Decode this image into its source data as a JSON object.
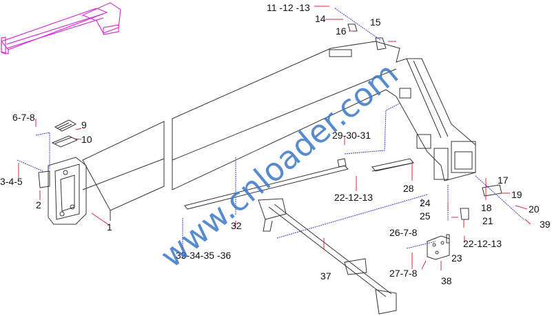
{
  "watermark": "www.cnloader.com",
  "callouts": {
    "c1": "1",
    "c2": "2",
    "c345": "3-4-5",
    "c678": "6-7-8",
    "c9": "9",
    "c10": "10",
    "c111213": "11 -12 -13",
    "c14": "14",
    "c15": "15",
    "c16": "16",
    "c17": "17",
    "c18": "18",
    "c19": "19",
    "c20": "20",
    "c21": "21",
    "c221213a": "22-12-13",
    "c221213b": "22-12-13",
    "c23": "23",
    "c24": "24",
    "c25": "25",
    "c2678": "26-7-8",
    "c2778": "27-7-8",
    "c28": "28",
    "c293031": "29-30-31",
    "c32": "32",
    "c33343536": "33-34-35 -36",
    "c37": "37",
    "c38": "38",
    "c39": "39"
  },
  "colors": {
    "outline": "#333333",
    "leader": "#3b3bd6",
    "callout_line": "#d8283a",
    "thumbnail": "#d636d6",
    "watermark": "#3a77c8"
  }
}
